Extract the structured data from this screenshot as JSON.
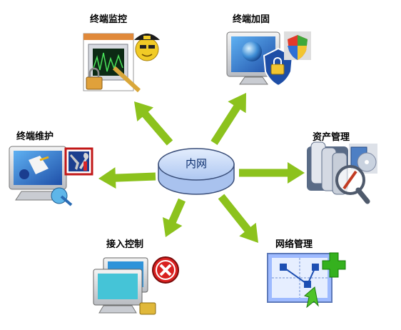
{
  "center": {
    "label": "内网"
  },
  "nodes": [
    {
      "id": "monitor",
      "label": "终端监控",
      "icon": "monitor-police-icon"
    },
    {
      "id": "harden",
      "label": "终端加固",
      "icon": "shield-lock-icon"
    },
    {
      "id": "asset",
      "label": "资产管理",
      "icon": "database-magnifier-icon"
    },
    {
      "id": "network",
      "label": "网络管理",
      "icon": "network-map-plus-icon"
    },
    {
      "id": "access",
      "label": "接入控制",
      "icon": "computers-deny-icon"
    },
    {
      "id": "maintain",
      "label": "终端维护",
      "icon": "computer-tools-icon"
    }
  ],
  "colors": {
    "arrow": "#8cc21d",
    "disk_top": "#cfe0fb",
    "disk_side": "#9ab6e6",
    "disk_stroke": "#3b4f7a"
  }
}
